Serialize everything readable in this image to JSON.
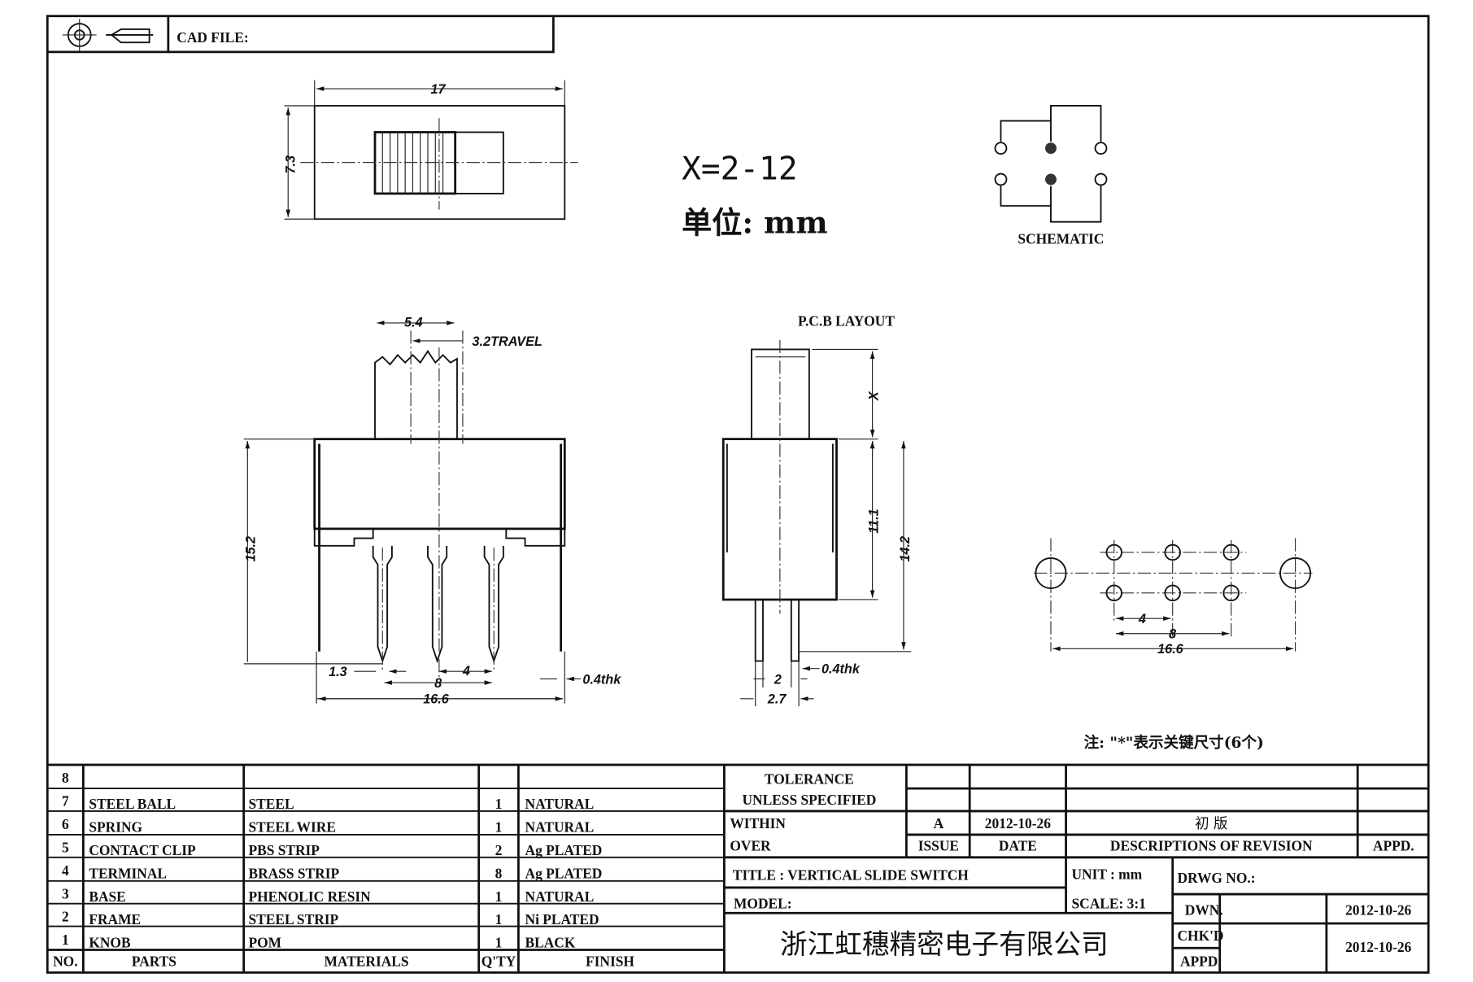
{
  "header": {
    "cad_file_label": "CAD FILE:"
  },
  "top_view": {
    "dim_length": "17",
    "dim_width": "7.3"
  },
  "notes": {
    "x_range": "X=2-12",
    "unit": "单位: mm",
    "key_dims_note": "注: \"*\"表示关键尺寸(6个)"
  },
  "schematic": {
    "label": "SCHEMATIC"
  },
  "front_view": {
    "dim_knob": "5.4",
    "dim_travel": "3.2TRAVEL",
    "dim_height": "15.2",
    "dim_pin": "1.3",
    "dim_pitch2": "8",
    "dim_pitch": "4",
    "dim_width": "16.6",
    "dim_thk": "0.4thk"
  },
  "side_view": {
    "label": "P.C.B LAYOUT",
    "dim_x": "X",
    "dim_body": "11.1",
    "dim_total": "14.2",
    "dim_pin": "2",
    "dim_span": "2.7",
    "dim_thk": "0.4thk"
  },
  "pcb_layout": {
    "dim_pitch": "4",
    "dim_pitch2": "8",
    "dim_span": "16.6"
  },
  "bom": {
    "headers": {
      "no": "NO.",
      "parts": "PARTS",
      "materials": "MATERIALS",
      "qty": "Q'TY",
      "finish": "FINISH"
    },
    "rows": [
      {
        "no": "8",
        "parts": "",
        "materials": "",
        "qty": "",
        "finish": ""
      },
      {
        "no": "7",
        "parts": "STEEL BALL",
        "materials": "STEEL",
        "qty": "1",
        "finish": "NATURAL"
      },
      {
        "no": "6",
        "parts": "SPRING",
        "materials": "STEEL WIRE",
        "qty": "1",
        "finish": "NATURAL"
      },
      {
        "no": "5",
        "parts": "CONTACT CLIP",
        "materials": "PBS STRIP",
        "qty": "2",
        "finish": "Ag PLATED"
      },
      {
        "no": "4",
        "parts": "TERMINAL",
        "materials": "BRASS STRIP",
        "qty": "8",
        "finish": "Ag PLATED"
      },
      {
        "no": "3",
        "parts": "BASE",
        "materials": "PHENOLIC RESIN",
        "qty": "1",
        "finish": "NATURAL"
      },
      {
        "no": "2",
        "parts": "FRAME",
        "materials": "STEEL STRIP",
        "qty": "1",
        "finish": "Ni PLATED"
      },
      {
        "no": "1",
        "parts": "KNOB",
        "materials": "POM",
        "qty": "1",
        "finish": "BLACK"
      }
    ]
  },
  "title_block": {
    "tolerance": "TOLERANCE",
    "unless_specified": "UNLESS   SPECIFIED",
    "within": "WITHIN",
    "over": "OVER",
    "issue_value": "A",
    "date_value": "2012-10-26",
    "revision_desc": "初  版",
    "issue_label": "ISSUE",
    "date_label": "DATE",
    "desc_label": "DESCRIPTIONS OF REVISION",
    "appd_label": "APPD.",
    "title": "TITLE :   VERTICAL  SLIDE  SWITCH",
    "unit": "UNIT :  mm",
    "drwg_no": "DRWG NO.:",
    "model": "MODEL:",
    "scale": "SCALE:  3:1",
    "dwn": "DWN.",
    "dwn_date": "2012-10-26",
    "chkd": "CHK'D",
    "appd": "APPD.",
    "chkd_date": "2012-10-26",
    "company": "浙江虹穗精密电子有限公司"
  }
}
